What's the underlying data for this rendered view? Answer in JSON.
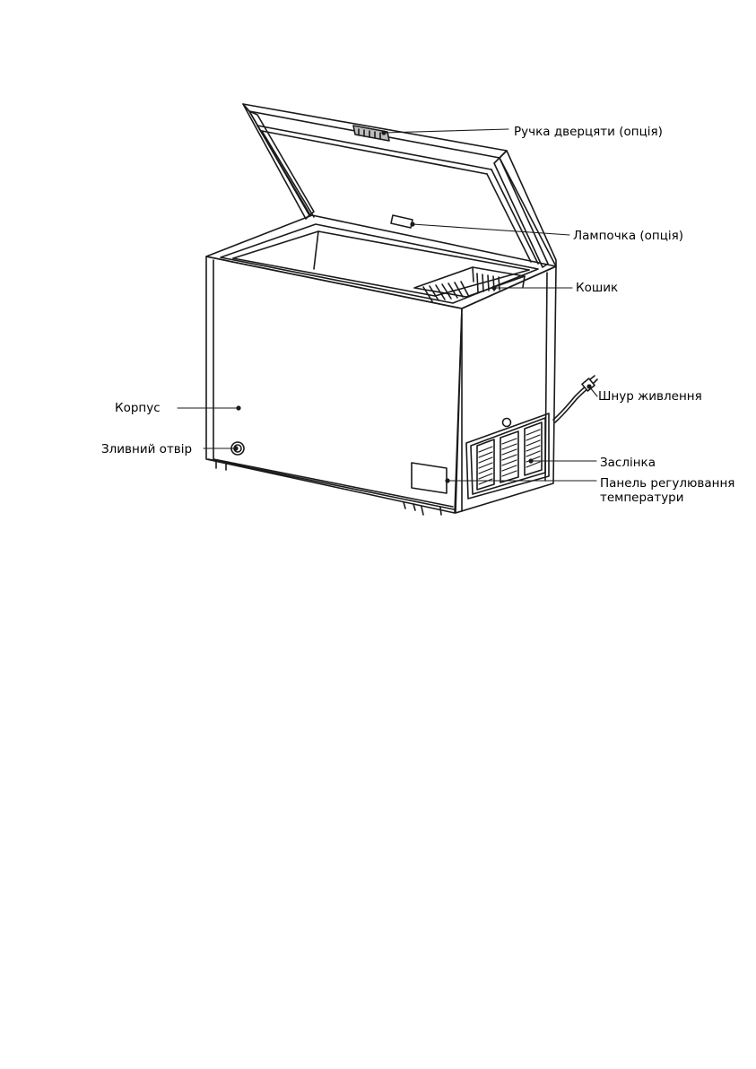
{
  "labels": {
    "door_handle": "Ручка дверцяти (опція)",
    "lamp": "Лампочка (опція)",
    "basket": "Кошик",
    "power_cord": "Шнур живлення",
    "body": "Корпус",
    "drain": "Зливний отвір",
    "grille": "Заслінка",
    "temp_panel": "Панель регулювання температури"
  },
  "colors": {
    "line": "#1a1a1a",
    "background": "#ffffff"
  }
}
